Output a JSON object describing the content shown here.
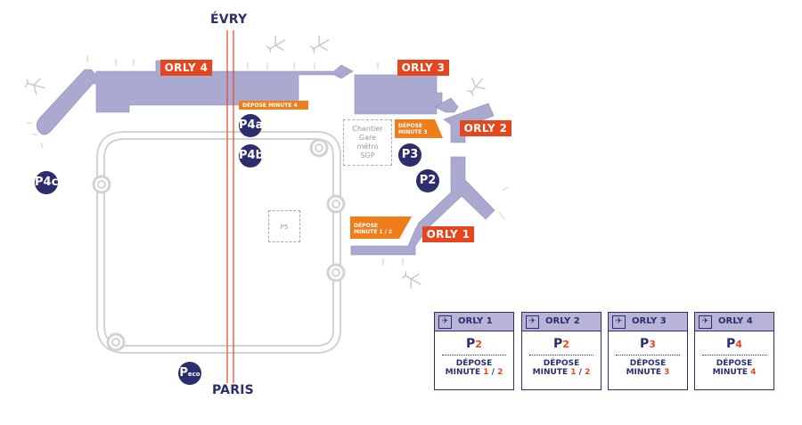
{
  "cities": {
    "north": "ÉVRY",
    "south": "PARIS"
  },
  "terminals": [
    {
      "id": "orly4",
      "label": "ORLY 4"
    },
    {
      "id": "orly3",
      "label": "ORLY 3"
    },
    {
      "id": "orly2",
      "label": "ORLY 2"
    },
    {
      "id": "orly1",
      "label": "ORLY 1"
    }
  ],
  "parkings": {
    "p4a": "P4a",
    "p4b": "P4b",
    "p4c": "P4c",
    "p3": "P3",
    "p2": "P2",
    "peco_main": "P",
    "peco_sub": "eco",
    "p5": "P5"
  },
  "drop_zones": {
    "dm4": "DÉPOSE MINUTE 4",
    "dm3_line1": "DÉPOSE",
    "dm3_line2": "MINUTE 3",
    "dm12_line1": "DÉPOSE",
    "dm12_line2": "MINUTE 1 / 2"
  },
  "chantier": {
    "line1": "Chantier",
    "line2": "Gare",
    "line3": "métro",
    "line4": "SGP"
  },
  "legend": [
    {
      "title": "ORLY 1",
      "parking_letter": "P",
      "parking_num": "2",
      "drop_line1": "DÉPOSE",
      "drop_prefix": "MINUTE",
      "drop_num": "1",
      "drop_sep": "/",
      "drop_num2": "2"
    },
    {
      "title": "ORLY 2",
      "parking_letter": "P",
      "parking_num": "2",
      "drop_line1": "DÉPOSE",
      "drop_prefix": "MINUTE",
      "drop_num": "1",
      "drop_sep": "/",
      "drop_num2": "2"
    },
    {
      "title": "ORLY 3",
      "parking_letter": "P",
      "parking_num": "3",
      "drop_line1": "DÉPOSE",
      "drop_prefix": "MINUTE",
      "drop_num": "3",
      "drop_sep": "",
      "drop_num2": ""
    },
    {
      "title": "ORLY 4",
      "parking_letter": "P",
      "parking_num": "4",
      "drop_line1": "DÉPOSE",
      "drop_prefix": "MINUTE",
      "drop_num": "4",
      "drop_sep": "",
      "drop_num2": ""
    }
  ],
  "colors": {
    "navy": "#2b2d6e",
    "orange_terminal": "#e5461d",
    "orange_drop": "#ee7d1a",
    "building": "#aaa9cf",
    "road": "#d6d6d6"
  },
  "icons": {
    "plane": "plane-icon"
  }
}
